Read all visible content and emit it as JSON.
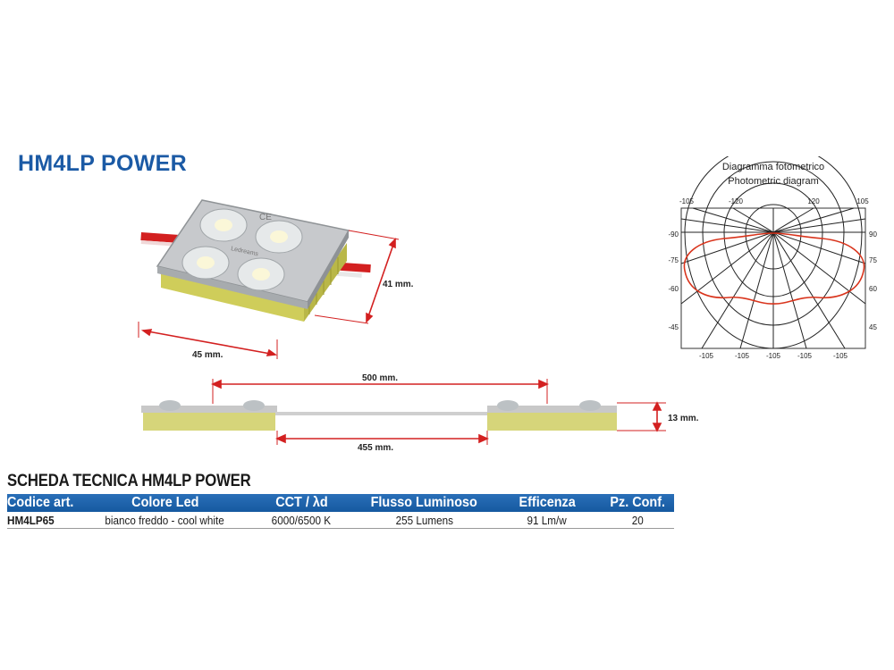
{
  "header": {
    "title": "HM4LP POWER"
  },
  "module_figure": {
    "width_label": "45 mm.",
    "depth_label": "41 mm.",
    "module_text_1": "CE",
    "module_text_2": "Ledreams"
  },
  "strip_figure": {
    "spacing_label": "500 mm.",
    "gap_label": "455 mm.",
    "height_label": "13 mm."
  },
  "photometric": {
    "title_it": "Diagramma fotometrico",
    "title_en": "Photometric diagram",
    "top_labels": [
      "-105",
      "-120",
      "120",
      "105"
    ],
    "left_labels": [
      "-90",
      "-75",
      "-60",
      "-45"
    ],
    "right_labels": [
      "90",
      "75",
      "60",
      "45"
    ],
    "bottom_labels": [
      "-105",
      "-105",
      "-105",
      "-105",
      "-105"
    ]
  },
  "spec": {
    "title": "SCHEDA TECNICA HM4LP POWER",
    "headers": [
      "Codice art.",
      "Colore Led",
      "CCT / λd",
      "Flusso Luminoso",
      "Efficenza",
      "Pz. Conf."
    ],
    "rows": [
      [
        "HM4LP65",
        "bianco freddo - cool white",
        "6000/6500 K",
        "255 Lumens",
        "91 Lm/w",
        "20"
      ]
    ]
  },
  "colors": {
    "title_blue": "#1b5aa5",
    "header_blue": "#1659a0",
    "dimension_red": "#d32020",
    "curve_red": "#d9341c",
    "module_yellow": "#d8d66a"
  }
}
